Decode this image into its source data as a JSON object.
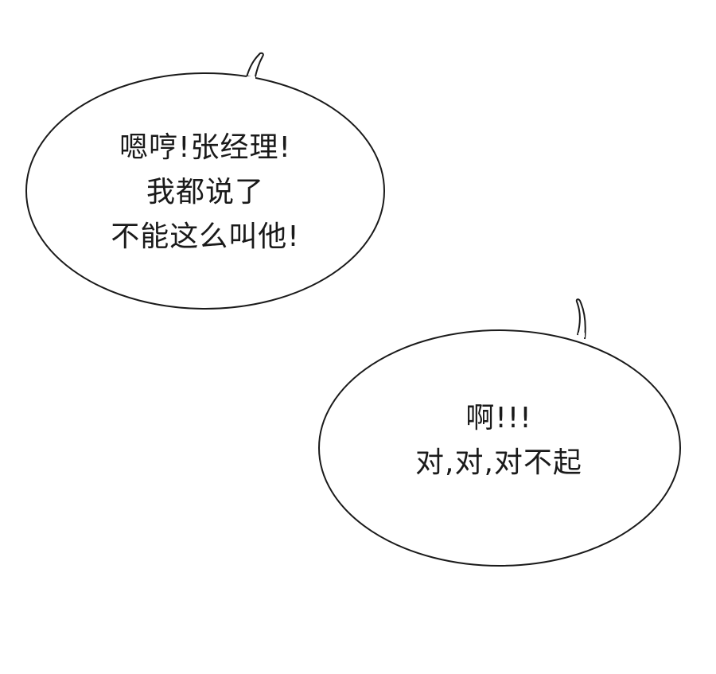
{
  "panel": {
    "background": "#ffffff",
    "ink_color": "#1a1a1a",
    "bubbles": [
      {
        "speaker": "upper-left",
        "lines": [
          "嗯哼!张经理!",
          "我都说了",
          "不能这么叫他!"
        ]
      },
      {
        "speaker": "lower-right",
        "lines": [
          "啊!!!",
          "对,对,对不起"
        ]
      }
    ]
  }
}
